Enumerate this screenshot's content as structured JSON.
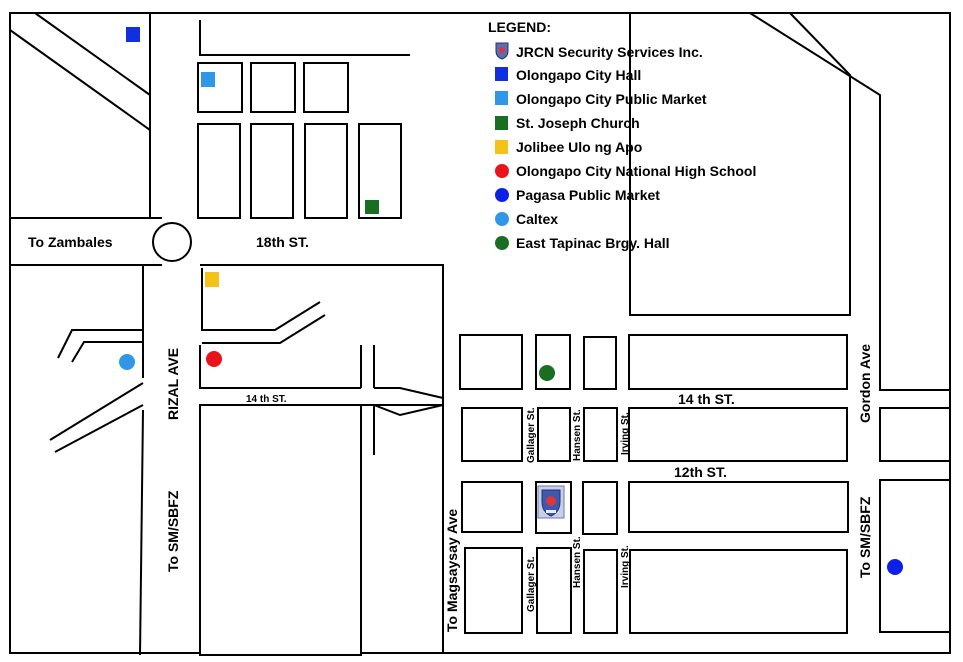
{
  "legend": {
    "title": "LEGEND:",
    "items": [
      {
        "label": "JRCN Security Services Inc.",
        "icon": "company-logo-icon",
        "shape": "logo",
        "color": "#5a6fb0"
      },
      {
        "label": "Olongapo City Hall",
        "icon": "city-hall-icon",
        "shape": "square",
        "color": "#1030e0"
      },
      {
        "label": "Olongapo City Public Market",
        "icon": "public-market-icon",
        "shape": "square",
        "color": "#2f97e8"
      },
      {
        "label": "St. Joseph Church",
        "icon": "church-icon",
        "shape": "square",
        "color": "#1a6e22"
      },
      {
        "label": "Jolibee Ulo ng Apo",
        "icon": "jolibee-icon",
        "shape": "square",
        "color": "#f5c21a"
      },
      {
        "label": "Olongapo City National High School",
        "icon": "high-school-icon",
        "shape": "circle",
        "color": "#e8141a"
      },
      {
        "label": "Pagasa Public Market",
        "icon": "pagasa-market-icon",
        "shape": "circle",
        "color": "#0d20e8"
      },
      {
        "label": "Caltex",
        "icon": "caltex-icon",
        "shape": "circle",
        "color": "#2f97e8"
      },
      {
        "label": "East Tapinac Brgy. Hall",
        "icon": "brgy-hall-icon",
        "shape": "circle",
        "color": "#1a6e22"
      }
    ]
  },
  "labels": {
    "to_zambales": "To Zambales",
    "st_18th": "18th ST.",
    "rizal_ave": "RIZAL AVE",
    "to_sm_sbfz_left": "To SM/SBFZ",
    "st_14th_left": "14 th ST.",
    "st_14th_right": "14 th ST.",
    "st_12th": "12th ST.",
    "gordon_ave": "Gordon Ave",
    "to_sm_sbfz_right": "To SM/SBFZ",
    "to_magsaysay": "To Magsaysay Ave",
    "gallager_top": "Gallager St.",
    "hansen_top": "Hansen St.",
    "irving_top": "Irving St.",
    "gallager_bottom": "Gallager St.",
    "hansen_bottom": "Hansen St.",
    "irving_bottom": "Irving St."
  }
}
